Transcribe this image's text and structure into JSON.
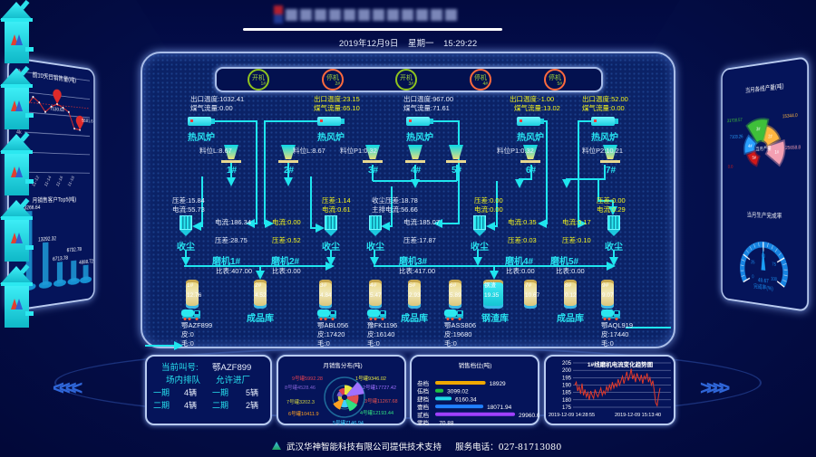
{
  "header": {
    "date": "2019年12月9日",
    "weekday": "星期一",
    "time": "15:29:22"
  },
  "colors": {
    "on": "#8fc31f",
    "off": "#ff6a3d",
    "pipe": "#1fe5ee",
    "highlight": "#f4f41a",
    "accent": "#27e2f0",
    "panel_border": "#a9bde8"
  },
  "status_bar": [
    {
      "label": "开机",
      "line": "1#",
      "state": "on"
    },
    {
      "label": "停机",
      "line": "2#",
      "state": "off"
    },
    {
      "label": "开机",
      "line": "3#",
      "state": "on"
    },
    {
      "label": "停机",
      "line": "4#",
      "state": "off"
    },
    {
      "label": "停机",
      "line": "5#",
      "state": "off"
    }
  ],
  "furnaces": [
    {
      "label": "热风炉",
      "temp": "出口温度:1032.41",
      "gas": "煤气流量:0.00",
      "highlight": false
    },
    {
      "label": "热风炉",
      "temp": "出口温度:23.15",
      "gas": "煤气流量:65.10",
      "highlight": true
    },
    {
      "label": "热风炉",
      "temp": "出口温度:967.00",
      "gas": "煤气流量:71.61",
      "highlight": false
    },
    {
      "label": "热风炉",
      "temp": "出口温度:-1.00",
      "gas": "煤气流量:13.02",
      "highlight": true
    },
    {
      "label": "热风炉",
      "temp": "出口温度:52.00",
      "gas": "煤气流量:0.00",
      "highlight": true
    }
  ],
  "hoppers": [
    "1#",
    "2#",
    "3#",
    "4#",
    "5#",
    "6#",
    "7#"
  ],
  "levels": [
    "料位L:8.67",
    "料位L:8.67",
    "料位P1:0.32",
    "料位P1:0.32",
    "料位P2:10.21"
  ],
  "mills": [
    {
      "name": "磨机1#",
      "current": "电流:186.34",
      "pressure": "压差:28.75",
      "highlight": false
    },
    {
      "name": "磨机2#",
      "current": "电流:0.00",
      "pressure": "压差:0.52",
      "highlight": true
    },
    {
      "name": "磨机3#",
      "current": "电流:185.07",
      "pressure": "压差:17.87",
      "highlight": false
    },
    {
      "name": "磨机4#",
      "current": "电流:0.35",
      "pressure": "压差:0.03",
      "highlight": true
    },
    {
      "name": "磨机5#",
      "current": "电流:0.17",
      "pressure": "压差:0.10",
      "highlight": true
    }
  ],
  "collectors": [
    {
      "label": "收尘",
      "pressure": "压差:15.84",
      "current": "电流:55.73",
      "highlight": false
    },
    {
      "label": "收尘",
      "pressure": "压差:1.14",
      "current": "电流:0.61",
      "highlight": true
    },
    {
      "label": "收尘",
      "pressure": "收尘压差:18.78",
      "current": "主排电流:56.66",
      "highlight": false
    },
    {
      "label": "收尘",
      "pressure": "压差:0.00",
      "current": "电流:0.00",
      "highlight": true
    },
    {
      "label": "收尘",
      "pressure": "压差:0.00",
      "current": "电流:0.29",
      "highlight": true
    }
  ],
  "ratios": [
    "比表:407.00",
    "比表:0.00",
    "比表:417.00",
    "比表:0.00",
    "比表:0.00"
  ],
  "silos": [
    {
      "no": "1#",
      "value": "12.76"
    },
    {
      "no": "2#",
      "value": "4.52"
    },
    {
      "no": "3#",
      "value": "4.84"
    },
    {
      "no": "4#",
      "value": "5.47"
    },
    {
      "no": "5#",
      "value": "2.93"
    },
    {
      "no": "6#",
      "value": "5.89"
    },
    {
      "no": "钢渣",
      "value": "19.35",
      "type": "slag"
    },
    {
      "no": "7#",
      "value": "10.67"
    },
    {
      "no": "8#",
      "value": "0.12"
    },
    {
      "no": "9#",
      "value": "9.07"
    }
  ],
  "stores": [
    "成品库",
    "成品库",
    "钢渣库",
    "成品库"
  ],
  "trucks": [
    {
      "plate": "鄂AZF899",
      "tare": "皮:0",
      "gross": "毛:0"
    },
    {
      "plate": "鄂ABL056",
      "tare": "皮:17420",
      "gross": "毛:0"
    },
    {
      "plate": "豫FK1196",
      "tare": "皮:16140",
      "gross": "毛:0"
    },
    {
      "plate": "鄂ASS806",
      "tare": "皮:19680",
      "gross": "毛:0"
    },
    {
      "plate": "鄂AQL919",
      "tare": "皮:17440",
      "gross": "毛:0"
    }
  ],
  "queue": {
    "calling_label": "当前叫号:",
    "calling_plate": "鄂AZF899",
    "waiting_label": "场内排队",
    "allowed_label": "允许进厂",
    "waiting": [
      {
        "phase": "一期",
        "count": "4辆"
      },
      {
        "phase": "二期",
        "count": "4辆"
      }
    ],
    "allowed": [
      {
        "phase": "一期",
        "count": "5辆"
      },
      {
        "phase": "二期",
        "count": "2辆"
      }
    ]
  },
  "footer": {
    "support": "武汉华神智能科技有限公司提供技术支持",
    "phone": "服务电话：027-81713080"
  },
  "chart_data": [
    {
      "id": "daily-sales",
      "type": "line",
      "title": "前10天日销售量(吨)",
      "x": [
        "11-10",
        "11-11",
        "11-12",
        "11-13",
        "11-14",
        "11-15",
        "11-16",
        "11-17",
        "11-18",
        "11-19"
      ],
      "x_tick_labels": [
        "11-10",
        "11-12",
        "11-14",
        "11-16",
        "11-18"
      ],
      "values": [
        6600,
        7600,
        7100,
        6200,
        6800,
        7130.63,
        6800,
        6400,
        4700,
        4600
      ],
      "average": 7000,
      "markers": {
        "max": "7130.63",
        "min": "5581.6"
      },
      "y_tick_labels": [
        "0",
        "2k",
        "4k",
        "6k",
        "8k",
        "0k"
      ],
      "ylim": [
        0,
        10000
      ],
      "color": "#e03030"
    },
    {
      "id": "top5-customers",
      "type": "bar",
      "title": "月销售客户Top5(吨)",
      "values": [
        23266.64,
        13292.32,
        6713.78,
        6732.78,
        4888.72
      ],
      "labels": [
        "23266.64",
        "13292.32",
        "6713.78",
        "6732.78",
        "4888.72"
      ],
      "color": "#1e9ad8"
    },
    {
      "id": "line-output",
      "type": "pie",
      "subtype": "rose",
      "title": "当月各线产量(吨)",
      "center_label": "当月产量",
      "categories": [
        "1#",
        "2#",
        "3#",
        "4#",
        "5#"
      ],
      "values": [
        25658.8,
        15344.0,
        31708.57,
        7103.26,
        0.0
      ],
      "labels": [
        "25658.8",
        "15344.0",
        "31708.57",
        "7103.26",
        "0.0"
      ],
      "colors": [
        "#f3a0b3",
        "#ffb640",
        "#3fbf3a",
        "#2aa0ff",
        "#d01818"
      ]
    },
    {
      "id": "completion-gauge",
      "type": "gauge",
      "title": "当月生产完成率",
      "value": 49.67,
      "value_label": "49.67",
      "unit_label": "完成率(%)",
      "ticks": [
        "0",
        "25",
        "50",
        "75",
        "100"
      ],
      "range": [
        0,
        100
      ]
    },
    {
      "id": "monthly-sales-dist",
      "type": "pie",
      "subtype": "rose",
      "title": "月销售分布(吨)",
      "categories": [
        "1号罐",
        "2号罐",
        "3号罐",
        "4号罐",
        "5号罐",
        "6号罐",
        "7号罐",
        "8号罐",
        "9号罐"
      ],
      "values": [
        9346.02,
        17727.42,
        11267.68,
        12193.44,
        7146.94,
        10411.9,
        3202.3,
        4528.46,
        5992.28
      ],
      "labels": [
        "1号罐9346.02",
        "2号罐17727.42",
        "3号罐11267.68",
        "4号罐12193.44",
        "5号罐7146.94",
        "6号罐10411.9",
        "7号罐3202.3",
        "8号罐4528.46",
        "9号罐5992.28"
      ],
      "colors": [
        "#e6e640",
        "#a070ff",
        "#e05050",
        "#30e080",
        "#40d0ff",
        "#ffa020",
        "#d0d040",
        "#8060d0",
        "#e04050"
      ]
    },
    {
      "id": "sales-grade",
      "type": "bar",
      "orientation": "horizontal",
      "title": "销售档位(吨)",
      "categories": [
        "叁档",
        "伍档",
        "肆档",
        "壹档",
        "贰档",
        "零档"
      ],
      "values": [
        18929,
        3099.02,
        6160.34,
        18071.94,
        29960.0,
        70.88
      ],
      "labels": [
        "18929",
        "3099.02",
        "6160.34",
        "18071.94",
        "29960.0",
        "70.88"
      ],
      "colors": [
        "#f0a800",
        "#20c040",
        "#20d8e8",
        "#2080ff",
        "#a040ff",
        "#888888"
      ]
    },
    {
      "id": "mill1-current-trend",
      "type": "line",
      "title": "1#线磨机电流变化趋势图",
      "ylim": [
        175,
        205
      ],
      "y_tick_labels": [
        "175",
        "180",
        "185",
        "190",
        "195",
        "200",
        "205"
      ],
      "x_tick_labels": [
        "2019-12-09 14:28:55",
        "2019-12-09 15:13:40"
      ],
      "color": "#e03a2a",
      "values": [
        190,
        192,
        186,
        189,
        184,
        191,
        183,
        187,
        182,
        185,
        180,
        186,
        183,
        181,
        187,
        184,
        182,
        185,
        188,
        183,
        186,
        184,
        189,
        186,
        190,
        187,
        192,
        188,
        191,
        189,
        194,
        190,
        193,
        196,
        191,
        195,
        199,
        193,
        196,
        201,
        194,
        197,
        192,
        198,
        195,
        193,
        197,
        191,
        196,
        194,
        198,
        192,
        195,
        190,
        193,
        186,
        178,
        176,
        183,
        188
      ]
    }
  ]
}
